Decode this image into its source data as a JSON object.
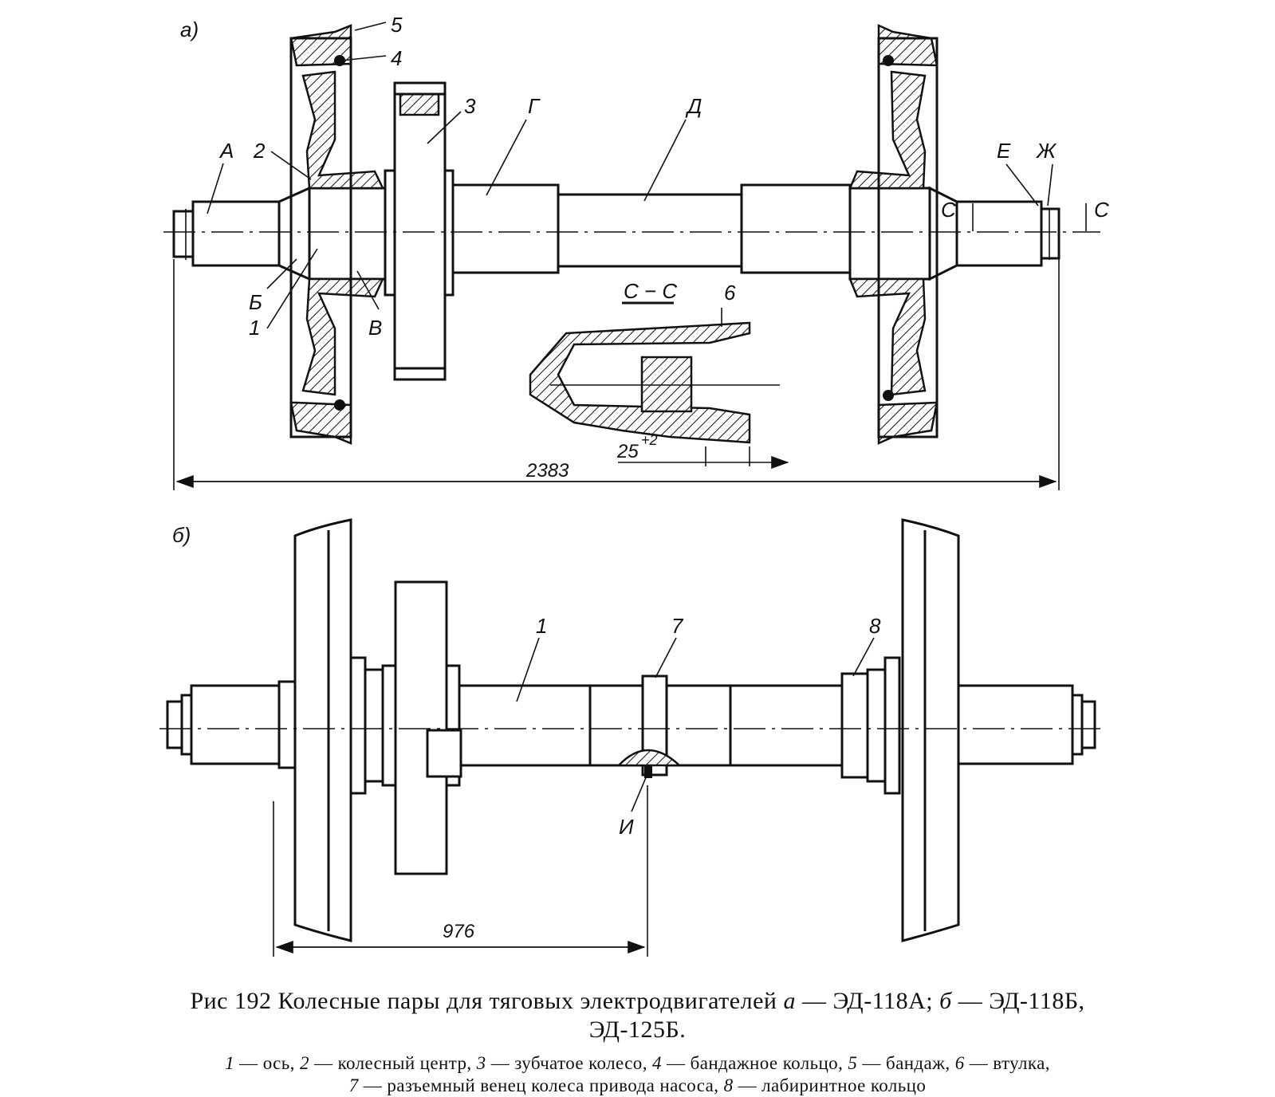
{
  "panels": {
    "a": {
      "tag": "а)",
      "labels": {
        "A": "А",
        "B_cyr": "Б",
        "V": "В",
        "G": "Г",
        "D": "Д",
        "E": "Е",
        "Zh": "Ж",
        "n1": "1",
        "n2": "2",
        "n3": "3",
        "n4": "4",
        "n5": "5",
        "n6": "6",
        "c_left": "С",
        "c_right": "С"
      },
      "section_title": "С − С",
      "dim_overall": "2383",
      "dim_sleeve": "25",
      "dim_sleeve_tol": "+2"
    },
    "b": {
      "tag": "б)",
      "labels": {
        "n1": "1",
        "n7": "7",
        "n8": "8",
        "I": "И"
      },
      "dim_976": "976"
    }
  },
  "caption": {
    "line1_prefix": "Рис  192  Колесные пары для тяговых электродвигателей ",
    "line1_a": "а",
    "line1_mid": " — ЭД-118А; ",
    "line1_b": "б",
    "line1_end": " — ЭД-118Б,",
    "line2": "ЭД-125Б.",
    "legend": [
      {
        "num": "1",
        "text": " — ось, "
      },
      {
        "num": "2",
        "text": " — колесный центр, "
      },
      {
        "num": "3",
        "text": " — зубчатое колесо, "
      },
      {
        "num": "4",
        "text": " — бандажное кольцо, "
      },
      {
        "num": "5",
        "text": " — бандаж, "
      },
      {
        "num": "6",
        "text": " — втулка,"
      },
      {
        "num": "7",
        "text": " — разъемный венец колеса привода насоса, "
      },
      {
        "num": "8",
        "text": " — лабиринтное кольцо"
      }
    ]
  }
}
